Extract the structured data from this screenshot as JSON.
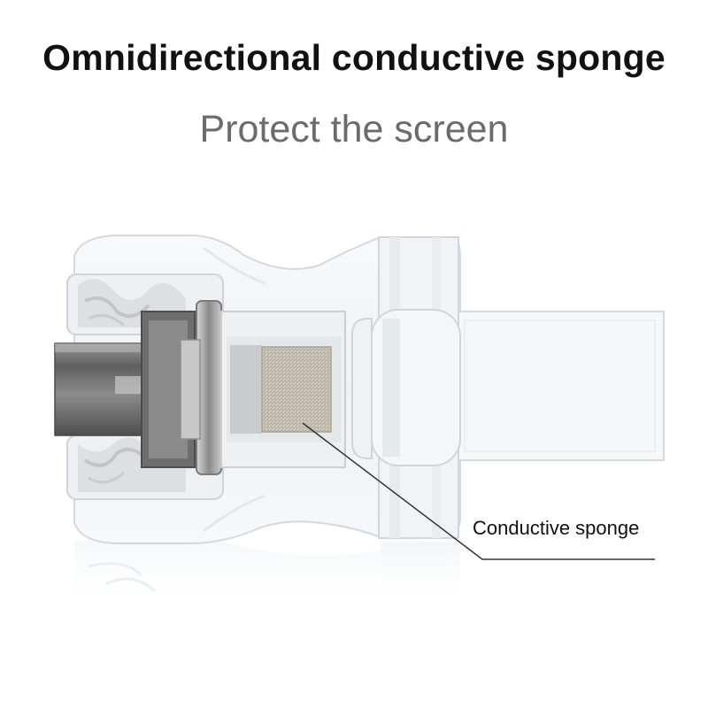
{
  "header": {
    "title": "Omnidirectional conductive sponge",
    "subtitle": "Protect the screen"
  },
  "product_image": {
    "icon": "trigger-clip-product-illustration"
  },
  "callout": {
    "label": "Conductive sponge"
  }
}
